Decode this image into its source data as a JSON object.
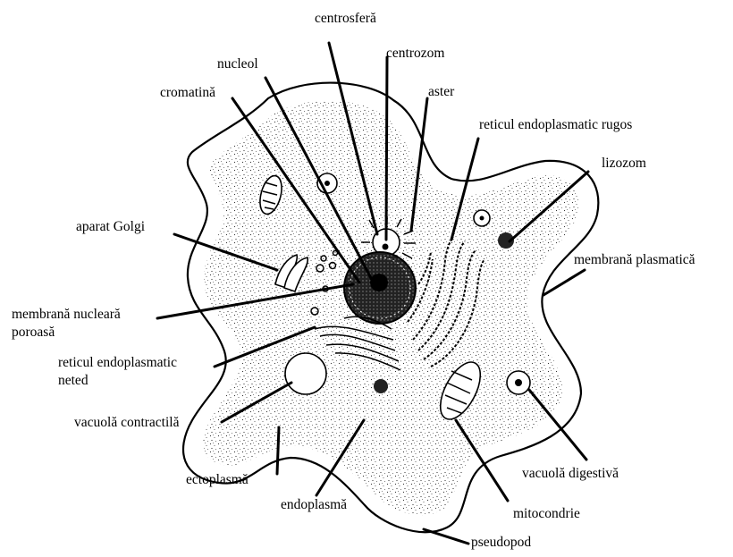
{
  "labels": {
    "centrosfera": "centrosferă",
    "centrozom": "centrozom",
    "nucleol": "nucleol",
    "aster": "aster",
    "cromatina": "cromatină",
    "reticul_rugos": "reticul endoplasmatic rugos",
    "lizozom": "lizozom",
    "aparat_golgi": "aparat Golgi",
    "membrana_plasmatica": "membrană plasmatică",
    "membrana_nucleara_1": "membrană nucleară",
    "membrana_nucleara_2": "poroasă",
    "reticul_neted_1": "reticul endoplasmatic",
    "reticul_neted_2": "neted",
    "vacuola_contractila": "vacuolă contractilă",
    "vacuola_digestiva": "vacuolă digestivă",
    "ectoplasma": "ectoplasmă",
    "endoplasma": "endoplasmă",
    "mitocondrie": "mitocondrie",
    "pseudopod": "pseudopod"
  }
}
